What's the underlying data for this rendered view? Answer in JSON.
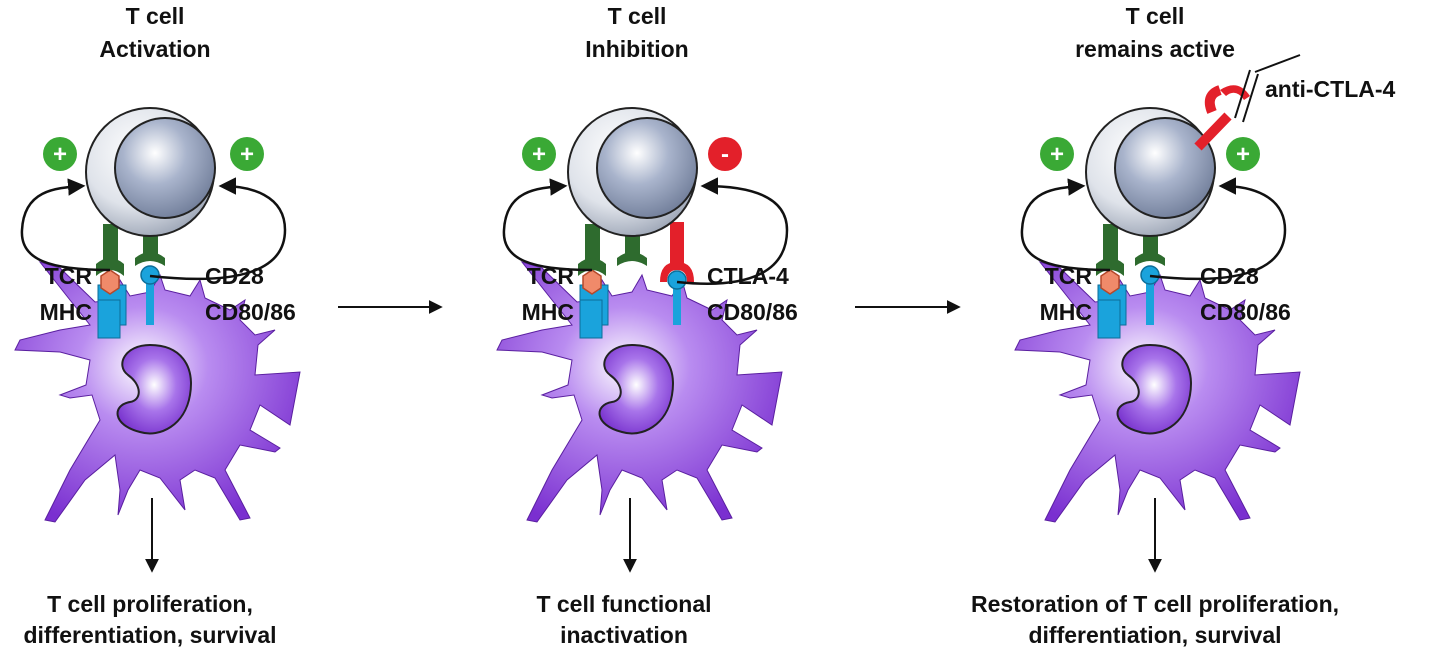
{
  "panels": [
    {
      "title_line1": "T cell",
      "title_line2": "Activation",
      "left_sign": "+",
      "right_sign": "+",
      "tcr_label": "TCR",
      "mhc_label": "MHC",
      "receptor_label": "CD28",
      "ligand_label": "CD80/86",
      "outcome_line1": "T cell proliferation,",
      "outcome_line2": "differentiation, survival"
    },
    {
      "title_line1": "T cell",
      "title_line2": "Inhibition",
      "left_sign": "+",
      "right_sign": "-",
      "tcr_label": "TCR",
      "mhc_label": "MHC",
      "receptor_label": "CTLA-4",
      "ligand_label": "CD80/86",
      "outcome_line1": "T cell functional",
      "outcome_line2": "inactivation"
    },
    {
      "title_line1": "T cell",
      "title_line2": "remains active",
      "left_sign": "+",
      "right_sign": "+",
      "tcr_label": "TCR",
      "mhc_label": "MHC",
      "receptor_label": "CD28",
      "ligand_label": "CD80/86",
      "antibody_label": "anti-CTLA-4",
      "outcome_line1": "Restoration of T cell proliferation,",
      "outcome_line2": "differentiation, survival"
    }
  ],
  "colors": {
    "positive": "#3aa935",
    "negative": "#e3202a",
    "tcr_green": "#2e6b2e",
    "ctla4_red": "#e3202a",
    "mhc_blue": "#1aa3dc",
    "antigen": "#f08a6a",
    "dendritic_cell": "#8a3fd6",
    "t_cell_outer": "#d7dbe3",
    "t_cell_nucleus": "#8e9ab5"
  }
}
